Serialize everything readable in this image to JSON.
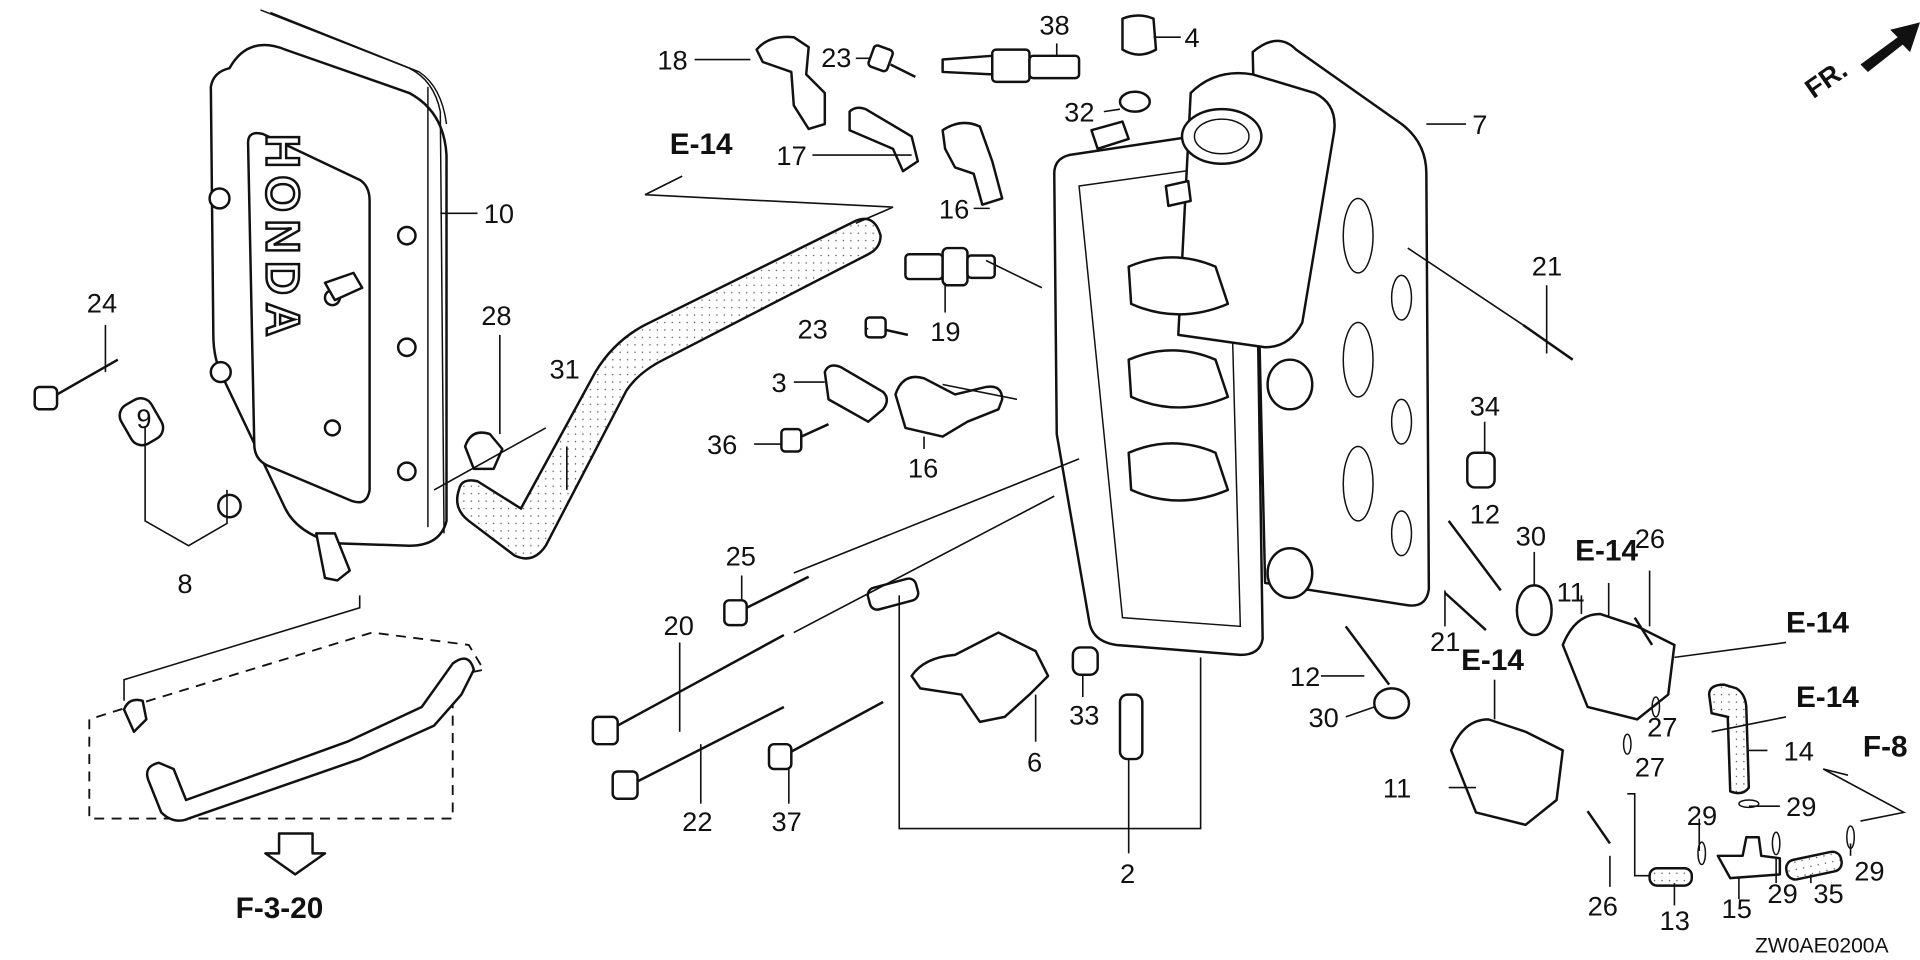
{
  "diagram": {
    "title": "Honda outboard cylinder head exploded parts diagram",
    "drawing_code": "ZW0AE0200A",
    "direction_indicator": "FR.",
    "cover_logo_text": "HONDA",
    "references": {
      "e14_top": "E-14",
      "e14_pump_upper": "E-14",
      "e14_pump_lower": "E-14",
      "e14_right_upper": "E-14",
      "e14_right_lower": "E-14",
      "f8": "F-8",
      "f320": "F-3-20"
    },
    "callouts": {
      "c2": "2",
      "c3": "3",
      "c4": "4",
      "c6": "6",
      "c7": "7",
      "c8": "8",
      "c9": "9",
      "c10": "10",
      "c11a": "11",
      "c11b": "11",
      "c12a": "12",
      "c12b": "12",
      "c13": "13",
      "c14": "14",
      "c15": "15",
      "c16a": "16",
      "c16b": "16",
      "c17": "17",
      "c18": "18",
      "c19": "19",
      "c20": "20",
      "c21a": "21",
      "c21b": "21",
      "c22": "22",
      "c23a": "23",
      "c23b": "23",
      "c24": "24",
      "c25": "25",
      "c26a": "26",
      "c26b": "26",
      "c27a": "27",
      "c27b": "27",
      "c28": "28",
      "c29a": "29",
      "c29b": "29",
      "c29c": "29",
      "c29d": "29",
      "c30a": "30",
      "c30b": "30",
      "c31": "31",
      "c32": "32",
      "c33": "33",
      "c34": "34",
      "c35": "35",
      "c36": "36",
      "c37": "37",
      "c38": "38"
    }
  }
}
